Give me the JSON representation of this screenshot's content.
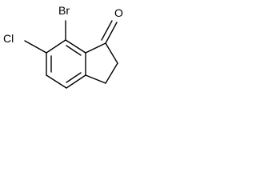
{
  "molecule": {
    "atoms": {
      "bromine": "Br",
      "chlorine": "Cl",
      "oxygen": "O"
    }
  }
}
